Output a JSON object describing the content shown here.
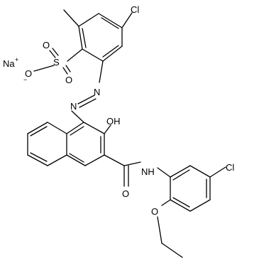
{
  "molecule": {
    "atoms": {
      "na": "Na",
      "na_charge": "+",
      "o_minus": "O",
      "o_minus_charge": "−",
      "s": "S",
      "o_s1": "O",
      "o_s2": "O",
      "cl1": "Cl",
      "n1": "N",
      "n2": "N",
      "oh": "OH",
      "nh": "NH",
      "o_carbonyl": "O",
      "cl2": "Cl",
      "o_ether": "O"
    }
  }
}
